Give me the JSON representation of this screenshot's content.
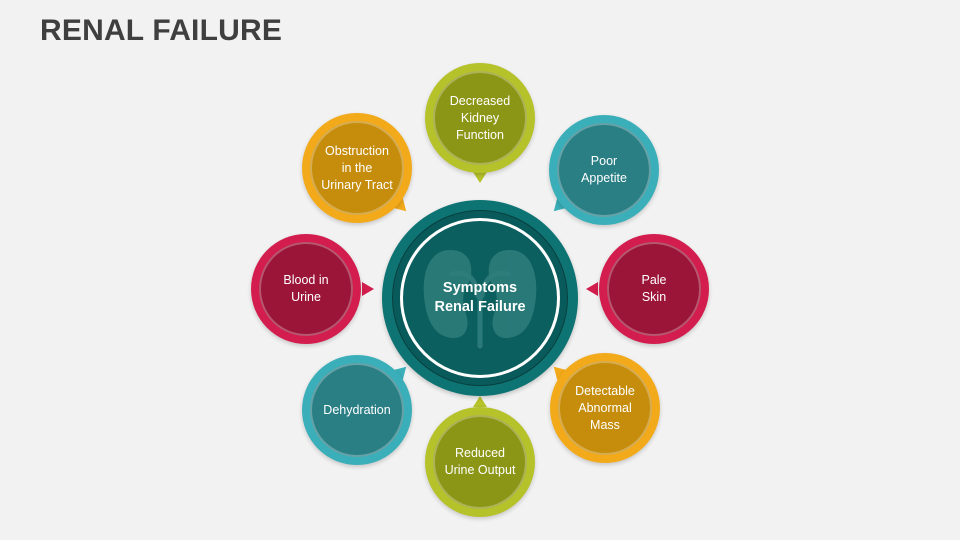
{
  "title": "RENAL FAILURE",
  "center": {
    "label": "Symptoms\nRenal Failure",
    "icon": "kidney-icon",
    "color": "#0e7473"
  },
  "nodes": [
    {
      "label": "Decreased\nKidney\nFunction",
      "outer_color": "#b6c22a",
      "inner_color": "#8c9616"
    },
    {
      "label": "Poor\nAppetite",
      "outer_color": "#3bafb9",
      "inner_color": "#2a7f85"
    },
    {
      "label": "Pale\nSkin",
      "outer_color": "#d21d4e",
      "inner_color": "#9a1538"
    },
    {
      "label": "Detectable\nAbnormal\nMass",
      "outer_color": "#f2aa1b",
      "inner_color": "#c68d0d"
    },
    {
      "label": "Reduced\nUrine Output",
      "outer_color": "#b6c22a",
      "inner_color": "#8c9616"
    },
    {
      "label": "Dehydration",
      "outer_color": "#3bafb9",
      "inner_color": "#2a7f85"
    },
    {
      "label": "Blood in\nUrine",
      "outer_color": "#d21d4e",
      "inner_color": "#9a1538"
    },
    {
      "label": "Obstruction\nin the\nUrinary Tract",
      "outer_color": "#f2aa1b",
      "inner_color": "#c68d0d"
    }
  ]
}
